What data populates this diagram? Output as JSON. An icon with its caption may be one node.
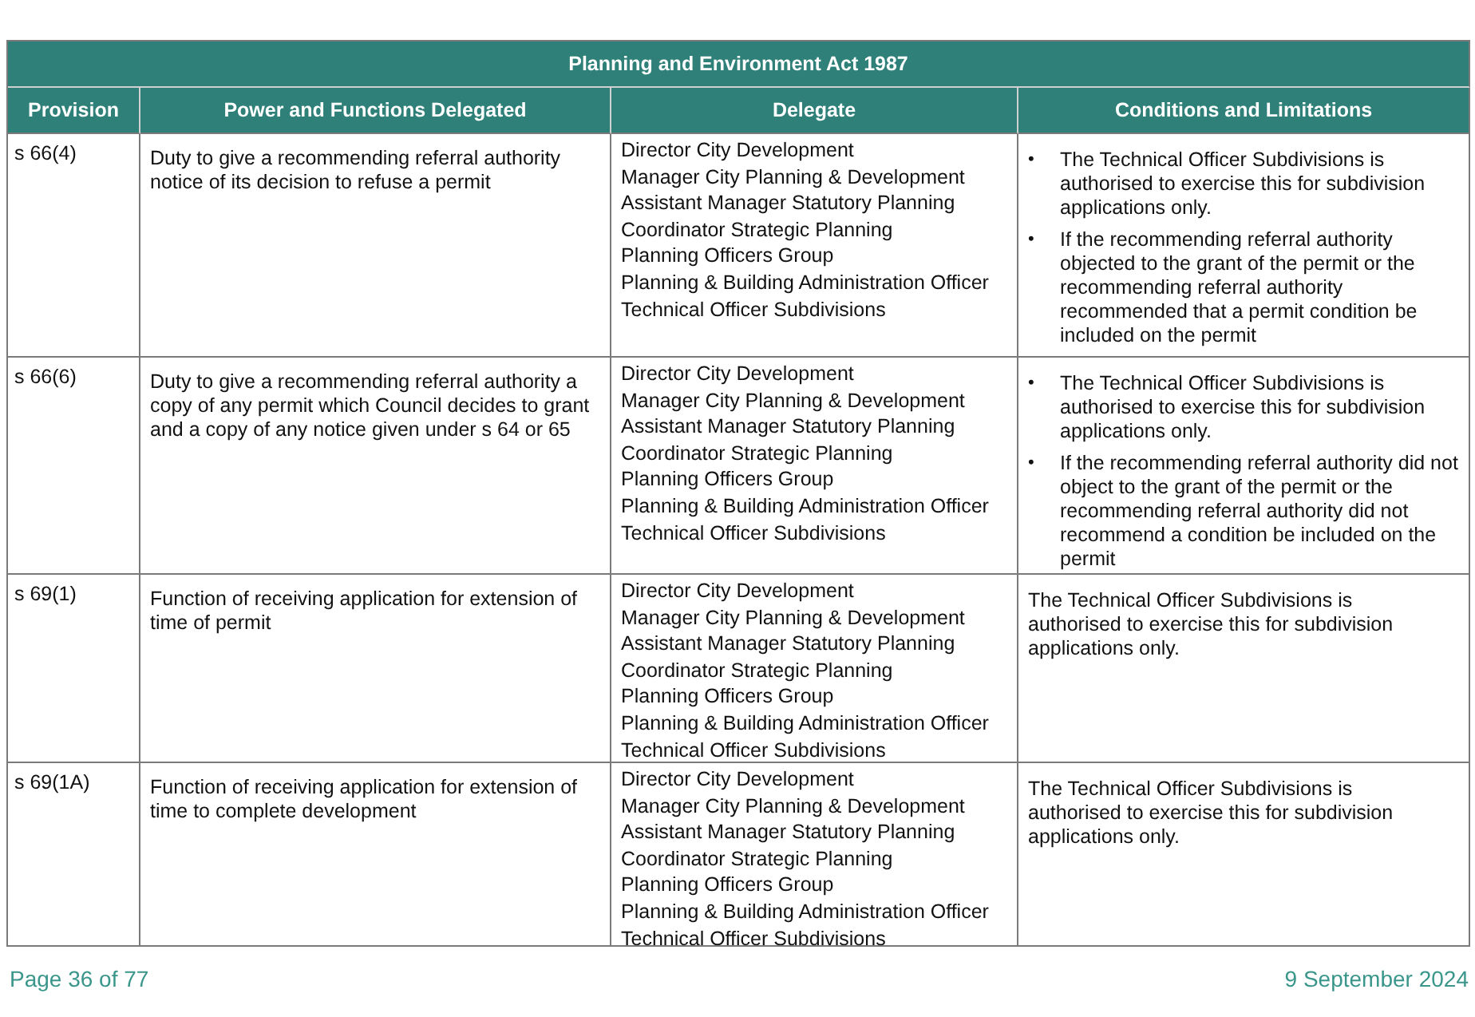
{
  "diagram": {
    "title": "Planning and Environment Act 1987",
    "labels": [
      "Provision",
      "Power and Functions Delegated",
      "Delegate",
      "Conditions and Limitations",
      "s 66(4)",
      "Duty to give a recommending referral authority notice of its decision to refuse a permit",
      "Director City Development",
      "Manager City Planning & Development",
      "Assistant Manager Statutory Planning",
      "Coordinator Strategic Planning",
      "Planning Officers Group",
      "Planning & Building Administration Officer",
      "Technical Officer Subdivisions",
      "•",
      "The Technical Officer Subdivisions is authorised to exercise this for subdivision applications only.",
      "•",
      "If the recommending referral authority objected to the grant of the permit or the recommending referral authority recommended that a permit condition be included on the permit",
      "s 66(6)",
      "Duty to give a recommending referral authority a copy of any permit which Council decides to grant and a copy of any notice given under s 64 or 65",
      "Director City Development",
      "Manager City Planning & Development",
      "Assistant Manager Statutory Planning",
      "Coordinator Strategic Planning",
      "Planning Officers Group",
      "Planning & Building Administration Officer",
      "Technical Officer Subdivisions",
      "•",
      "The Technical Officer Subdivisions is authorised to exercise this for subdivision applications only.",
      "•",
      "If the recommending referral authority did not object to the grant of the permit or the recommending referral authority did not recommend a condition be included on the permit",
      "s 69(1)",
      "Function of receiving application for extension of time of permit",
      "Director City Development",
      "Manager City Planning & Development",
      "Assistant Manager Statutory Planning",
      "Coordinator Strategic Planning",
      "Planning Officers Group",
      "Planning & Building Administration Officer",
      "Technical Officer Subdivisions",
      "The Technical Officer Subdivisions is authorised to exercise this for subdivision applications only.",
      "s 69(1A)",
      "Function of receiving application for extension of time to complete development",
      "Director City Development",
      "Manager City Planning & Development",
      "Assistant Manager Statutory Planning",
      "Coordinator Strategic Planning",
      "Planning Officers Group",
      "Planning & Building Administration Officer",
      "Technical Officer Subdivisions",
      "The Technical Officer Subdivisions is authorised to exercise this for subdivision applications only.",
      "Page 36 of 77",
      "9 September 2024"
    ]
  }
}
